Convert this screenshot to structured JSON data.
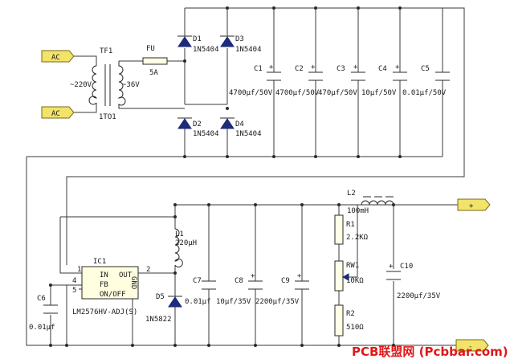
{
  "ports": {
    "ac_top": "AC",
    "ac_bottom": "AC",
    "plus": "+",
    "minus": "-"
  },
  "transformer": {
    "ref": "TF1",
    "primary": "~220V",
    "secondary": "~36V",
    "model": "1TO1"
  },
  "fuse": {
    "ref": "FU",
    "value": "5A"
  },
  "diodes": {
    "d1_ref": "D1",
    "d1_value": "1N5404",
    "d2_ref": "D2",
    "d2_value": "1N5404",
    "d3_ref": "D3",
    "d3_value": "1N5404",
    "d4_ref": "D4",
    "d4_value": "1N5404",
    "d5_ref": "D5",
    "d5_value": "1N5822"
  },
  "caps": {
    "c1_ref": "C1",
    "c1_value": "4700μf/50V",
    "c2_ref": "C2",
    "c2_value": "4700μf/50V",
    "c3_ref": "C3",
    "c3_value": "470μf/50V",
    "c4_ref": "C4",
    "c4_value": "10μf/50V",
    "c5_ref": "C5",
    "c5_value": "0.01μf/50V",
    "c6_ref": "C6",
    "c6_value": "0.01μf",
    "c7_ref": "C7",
    "c7_value": "0.01μf",
    "c8_ref": "C8",
    "c8_value": "10μf/35V",
    "c9_ref": "C9",
    "c9_value": "2200μf/35V",
    "c10_ref": "C10",
    "c10_value": "2200μf/35V"
  },
  "inductors": {
    "l1_ref": "L1",
    "l1_value": "220μH",
    "l2_ref": "L2",
    "l2_value": "100mH"
  },
  "resistors": {
    "r1_ref": "R1",
    "r1_value": "2.2KΩ",
    "rw1_ref": "RW1",
    "rw1_value": "10KΩ",
    "r2_ref": "R2",
    "r2_value": "510Ω"
  },
  "ic": {
    "ref": "IC1",
    "in": "IN",
    "out": "OUT",
    "fb": "FB",
    "onoff": "ON/OFF",
    "gnd": "GND",
    "part": "LM2576HV-ADJ(S)",
    "pin1": "1",
    "pin2": "2",
    "pin4": "4",
    "pin5": "5"
  },
  "watermark": "PCB联盟网 (Pcbbar.com)"
}
